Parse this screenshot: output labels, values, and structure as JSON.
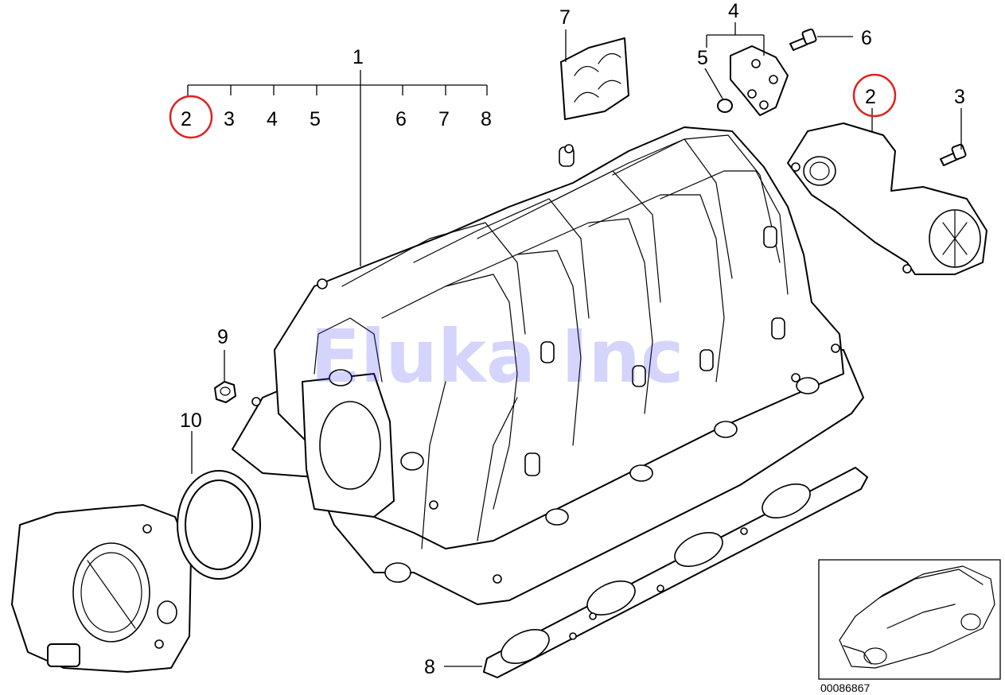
{
  "watermark": "Eluka Inc",
  "reference_code": "00086867",
  "labels": {
    "main_1": "1",
    "sub_2": "2",
    "sub_3": "3",
    "sub_4": "4",
    "sub_5": "5",
    "sub_6": "6",
    "sub_7": "7",
    "sub_8": "8",
    "clip_7": "7",
    "sensor_4": "4",
    "oring_5": "5",
    "screw_6": "6",
    "actuator_2": "2",
    "bolt_3": "3",
    "nut_9": "9",
    "seal_10": "10",
    "gasket_8": "8"
  },
  "highlight_color": "#e02020",
  "watermark_color": "#3a3af0"
}
